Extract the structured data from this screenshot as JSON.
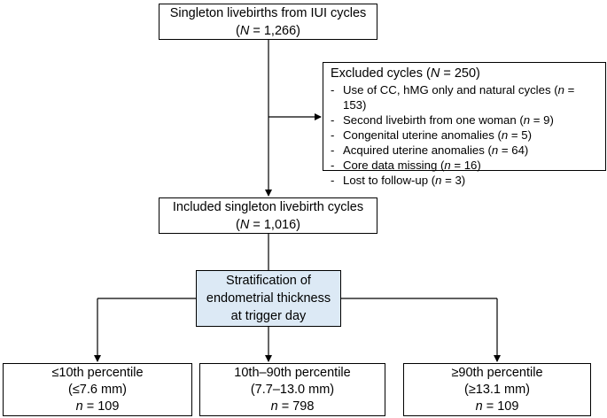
{
  "top_box": {
    "line1": "Singleton livebirths from IUI cycles",
    "n_label": "N",
    "n_text": " = 1,266"
  },
  "excluded": {
    "title_prefix": "Excluded cycles (",
    "title_n_label": "N",
    "title_suffix": " = 250)",
    "items": [
      {
        "text": "Use of CC, hMG only and natural cycles (",
        "n_label": "n",
        "n_text": " = 153)"
      },
      {
        "text": "Second livebirth from one woman (",
        "n_label": "n",
        "n_text": " = 9)"
      },
      {
        "text": "Congenital uterine anomalies (",
        "n_label": "n",
        "n_text": " = 5)"
      },
      {
        "text": "Acquired uterine anomalies (",
        "n_label": "n",
        "n_text": " = 64)"
      },
      {
        "text": "Core data missing (",
        "n_label": "n",
        "n_text": " = 16)"
      },
      {
        "text": "Lost to follow-up (",
        "n_label": "n",
        "n_text": " = 3)"
      }
    ]
  },
  "included_box": {
    "line1": "Included singleton livebirth cycles",
    "n_label": "N",
    "n_text": " = 1,016"
  },
  "strat_box": {
    "line1": "Stratification of",
    "line2": "endometrial thickness",
    "line3": "at trigger day",
    "fill": "#dce9f5"
  },
  "groups": [
    {
      "line1": "≤10th percentile",
      "line2": "(≤7.6 mm)",
      "n_label": "n",
      "n_text": " = 109"
    },
    {
      "line1": "10th–90th percentile",
      "line2": "(7.7–13.0 mm)",
      "n_label": "n",
      "n_text": " = 798"
    },
    {
      "line1": "≥90th percentile",
      "line2": "(≥13.1 mm)",
      "n_label": "n",
      "n_text": " = 109"
    }
  ]
}
